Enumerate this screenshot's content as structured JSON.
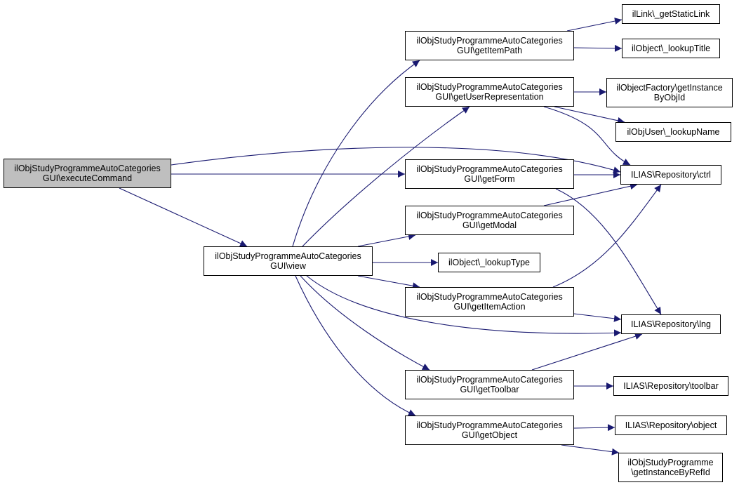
{
  "diagram": {
    "type": "call-graph",
    "edge_color": "#191970",
    "root_fill": "#bfbfbf",
    "nodes": [
      {
        "id": "executeCommand",
        "lines": [
          "ilObjStudyProgrammeAutoCategories",
          "GUI\\executeCommand"
        ],
        "root": true
      },
      {
        "id": "view",
        "lines": [
          "ilObjStudyProgrammeAutoCategories",
          "GUI\\view"
        ]
      },
      {
        "id": "getItemPath",
        "lines": [
          "ilObjStudyProgrammeAutoCategories",
          "GUI\\getItemPath"
        ]
      },
      {
        "id": "getUserRepresentation",
        "lines": [
          "ilObjStudyProgrammeAutoCategories",
          "GUI\\getUserRepresentation"
        ]
      },
      {
        "id": "getForm",
        "lines": [
          "ilObjStudyProgrammeAutoCategories",
          "GUI\\getForm"
        ]
      },
      {
        "id": "getModal",
        "lines": [
          "ilObjStudyProgrammeAutoCategories",
          "GUI\\getModal"
        ]
      },
      {
        "id": "lookupType",
        "lines": [
          "ilObject\\_lookupType"
        ]
      },
      {
        "id": "getItemAction",
        "lines": [
          "ilObjStudyProgrammeAutoCategories",
          "GUI\\getItemAction"
        ]
      },
      {
        "id": "getToolbar",
        "lines": [
          "ilObjStudyProgrammeAutoCategories",
          "GUI\\getToolbar"
        ]
      },
      {
        "id": "getObject",
        "lines": [
          "ilObjStudyProgrammeAutoCategories",
          "GUI\\getObject"
        ]
      },
      {
        "id": "getStaticLink",
        "lines": [
          "ilLink\\_getStaticLink"
        ]
      },
      {
        "id": "lookupTitle",
        "lines": [
          "ilObject\\_lookupTitle"
        ]
      },
      {
        "id": "getInstanceByObjId",
        "lines": [
          "ilObjectFactory\\getInstance",
          "ByObjId"
        ]
      },
      {
        "id": "lookupName",
        "lines": [
          "ilObjUser\\_lookupName"
        ]
      },
      {
        "id": "ctrl",
        "lines": [
          "ILIAS\\Repository\\ctrl"
        ]
      },
      {
        "id": "lng",
        "lines": [
          "ILIAS\\Repository\\lng"
        ]
      },
      {
        "id": "toolbar",
        "lines": [
          "ILIAS\\Repository\\toolbar"
        ]
      },
      {
        "id": "object",
        "lines": [
          "ILIAS\\Repository\\object"
        ]
      },
      {
        "id": "getInstanceByRefId",
        "lines": [
          "ilObjStudyProgramme",
          "\\getInstanceByRefId"
        ]
      }
    ],
    "edges": [
      {
        "from": "executeCommand",
        "to": "ctrl"
      },
      {
        "from": "executeCommand",
        "to": "getForm"
      },
      {
        "from": "executeCommand",
        "to": "view"
      },
      {
        "from": "view",
        "to": "getItemPath"
      },
      {
        "from": "view",
        "to": "getUserRepresentation"
      },
      {
        "from": "view",
        "to": "getModal"
      },
      {
        "from": "view",
        "to": "lookupType"
      },
      {
        "from": "view",
        "to": "getItemAction"
      },
      {
        "from": "view",
        "to": "lng"
      },
      {
        "from": "view",
        "to": "getToolbar"
      },
      {
        "from": "view",
        "to": "getObject"
      },
      {
        "from": "getItemPath",
        "to": "getStaticLink"
      },
      {
        "from": "getItemPath",
        "to": "lookupTitle"
      },
      {
        "from": "getUserRepresentation",
        "to": "getInstanceByObjId"
      },
      {
        "from": "getUserRepresentation",
        "to": "lookupName"
      },
      {
        "from": "getUserRepresentation",
        "to": "ctrl"
      },
      {
        "from": "getForm",
        "to": "ctrl"
      },
      {
        "from": "getForm",
        "to": "lng"
      },
      {
        "from": "getModal",
        "to": "ctrl"
      },
      {
        "from": "getItemAction",
        "to": "ctrl"
      },
      {
        "from": "getItemAction",
        "to": "lng"
      },
      {
        "from": "getToolbar",
        "to": "lng"
      },
      {
        "from": "getToolbar",
        "to": "toolbar"
      },
      {
        "from": "getObject",
        "to": "object"
      },
      {
        "from": "getObject",
        "to": "getInstanceByRefId"
      }
    ]
  }
}
